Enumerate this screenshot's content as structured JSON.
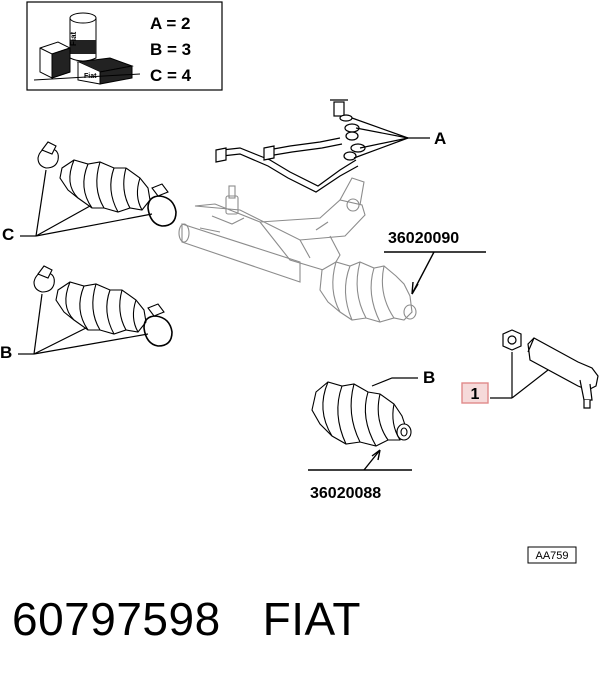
{
  "legend": {
    "a": "A = 2",
    "b": "B = 3",
    "c": "C = 4",
    "box_text_1": "Fiat",
    "box_text_2": "Fiat"
  },
  "callouts": {
    "a": "A",
    "b_left": "B",
    "b_right": "B",
    "c": "C",
    "item_1": "1"
  },
  "references": {
    "rack": "36020090",
    "boot": "36020088",
    "drawing_code": "AA759"
  },
  "footer": {
    "part_number": "60797598",
    "brand": "FIAT"
  },
  "colors": {
    "ink": "#000000",
    "ghost": "#bdbdbd",
    "highlight_fill": "#f6dada",
    "highlight_stroke": "#e08a8a"
  }
}
